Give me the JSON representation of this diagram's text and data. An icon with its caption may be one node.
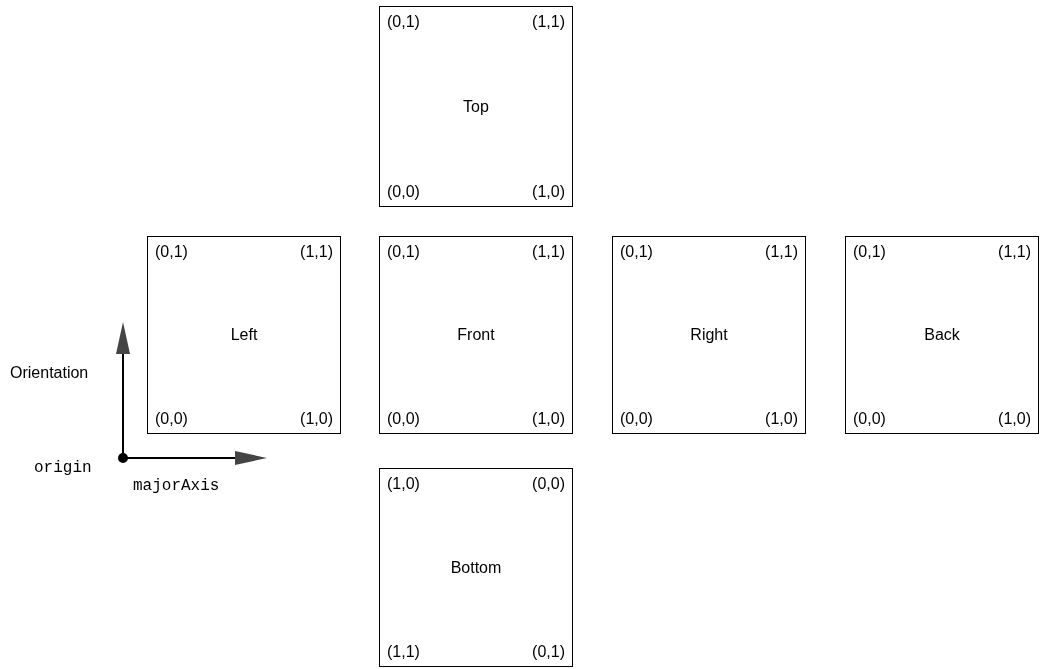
{
  "diagram": {
    "nodes": [
      {
        "text": [
          "(0,1)",
          "(1,1)",
          "Top",
          "(0,0)",
          "(1,0)"
        ]
      },
      {
        "text": [
          "(0,1)",
          "(1,1)",
          "Left",
          "(0,0)",
          "(1,0)"
        ]
      },
      {
        "text": [
          "(0,1)",
          "(1,1)",
          "Front",
          "(0,0)",
          "(1,0)"
        ]
      },
      {
        "text": [
          "(0,1)",
          "(1,1)",
          "Right",
          "(0,0)",
          "(1,0)"
        ]
      },
      {
        "text": [
          "(0,1)",
          "(1,1)",
          "Back",
          "(0,0)",
          "(1,0)"
        ]
      },
      {
        "text": [
          "(1,0)",
          "(0,0)",
          "Bottom",
          "(1,1)",
          "(0,1)"
        ]
      }
    ],
    "edges": [],
    "labels": [
      "Orientation",
      "origin",
      "majorAxis"
    ]
  }
}
